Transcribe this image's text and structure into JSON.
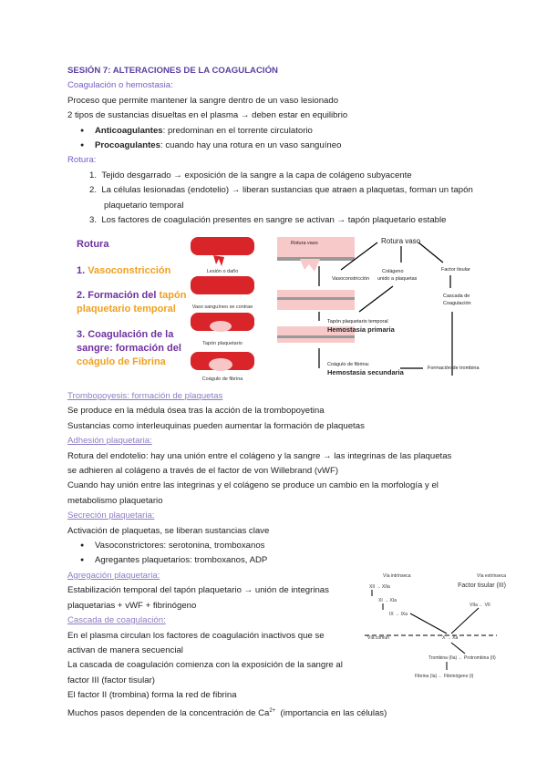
{
  "title": "SESIÓN 7: ALTERACIONES DE LA COAGULACIÓN",
  "s1": {
    "heading": "Coagulación o hemostasia:",
    "l1": "Proceso que permite mantener la sangre dentro de un vaso lesionado",
    "l2": "2 tipos de sustancias disueltas en el plasma → deben estar en equilibrio",
    "b1_bold": "Anticoagulantes",
    "b1": ": predominan en el torrente circulatorio",
    "b2_bold": "Procoagulantes",
    "b2": ": cuando hay una rotura en un vaso sanguíneo"
  },
  "s2": {
    "heading": "Rotura:",
    "items": [
      "Tejido desgarrado → exposición de la sangre a la capa de colágeno subyacente",
      "La células lesionadas (endotelio) → liberan sustancias que atraen a plaquetas, forman un tapón plaquetario temporal",
      "Los factores de coagulación presentes en sangre se activan → tapón plaquetario estable"
    ]
  },
  "figure": {
    "title": "Rotura",
    "steps": [
      {
        "n": "1.",
        "a": "Vasoconstricción"
      },
      {
        "n": "2.",
        "a": "Formación del ",
        "b": "tapón plaquetario temporal"
      },
      {
        "n": "3.",
        "a": "Coagulación de la sangre: formación del ",
        "b": "coágulo de Fibrina"
      }
    ],
    "vessel_labels": [
      "Lesión o daño",
      "Vaso sanguíneo se contrae",
      "Tapón plaquetario",
      "Coágulo de fibrina"
    ],
    "flow": {
      "rotura_vaso_box": "Rotura vaso",
      "rotura_vaso": "Rotura vaso",
      "vasoconstriccion": "Vasoconstricción",
      "colageno": "Colágeno unido a plaquetas",
      "factor_tisular": "Factor tisular",
      "cascada": "Cascada de Coagulación",
      "tapon": "Tapón plaquetario temporal",
      "hem1": "Hemostasia primaria",
      "coagulo": "Coágulo de fibrina:",
      "hem2": "Hemostasia secundaria",
      "trombina": "Formación de trombina"
    }
  },
  "s3": {
    "heading": "Trombopoyesis: formación de plaquetas",
    "lines": [
      "Se produce en la médula ósea tras la acción de la trombopoyetina",
      "Sustancias como interleuquinas pueden aumentar la formación de plaquetas"
    ]
  },
  "s4": {
    "heading": "Adhesión plaquetaria:",
    "lines": [
      "Rotura del endotelio: hay una unión entre el colágeno y la sangre → las integrinas de las plaquetas",
      "se adhieren al colágeno a través de el factor de von Willebrand (vWF)",
      "Cuando hay unión entre las integrinas y el colágeno se produce un cambio en la morfología y el",
      "metabolismo plaquetario"
    ]
  },
  "s5": {
    "heading": "Secreción plaquetaria:",
    "line": "Activación de plaquetas, se liberan sustancias clave",
    "bullets": [
      "Vasoconstrictores: serotonina, tromboxanos",
      "Agregantes plaquetarios: tromboxanos, ADP"
    ]
  },
  "s6": {
    "heading": "Agregación plaquetaria:",
    "lines": [
      "Estabilización temporal del tapón plaquetario → unión de integrinas",
      "plaquetarias + vWF + fibrinógeno"
    ]
  },
  "s7": {
    "heading": "Cascada de coagulación:",
    "lines": [
      "En el plasma circulan los factores de coagulación inactivos que se",
      "activan de manera secuencial",
      "La cascada de coagulación comienza con la exposición de la sangre al",
      "factor III (factor tisular)",
      "El factor II (trombina) forma la red de fibrina"
    ],
    "last_a": "Muchos pasos dependen de la concentración de Ca",
    "last_sup": "2+",
    "last_b": "  (importancia en las células)"
  },
  "cascade": {
    "intrinseca": "Vía intrínseca",
    "extrinseca": "Vía extrínseca",
    "ft": "Factor tisular (III)",
    "xii": "XII → XIIa",
    "xi": "XI → XIa",
    "ix": "IX → IXa",
    "vii": "VIIa ← VII",
    "x": "X → Xa",
    "comun": "Vía común",
    "trombina": "Trombina (IIa) ← Protrombina (II)",
    "fibrina": "Fibrina (Ia) ← Fibrinógeno (I)"
  },
  "colors": {
    "title": "#5b3fa0",
    "heading": "#7a5cc4",
    "orange": "#f0a020",
    "blood": "#d9242a"
  }
}
